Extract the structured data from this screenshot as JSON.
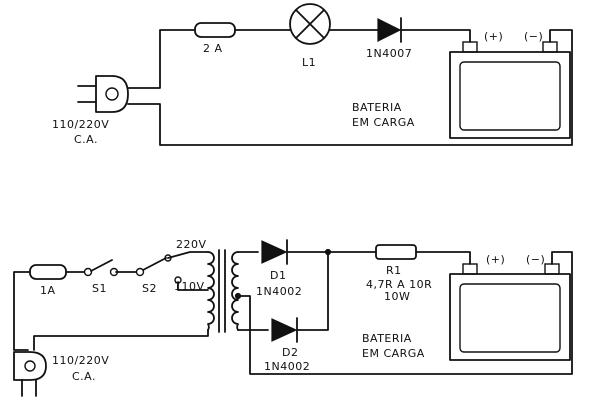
{
  "circuit1": {
    "fuse_label": "2 A",
    "lamp_label": "L1",
    "diode_label": "1N4007",
    "battery_pos": "(+)",
    "battery_neg": "(−)",
    "battery_label_1": "BATERIA",
    "battery_label_2": "EM CARGA",
    "plug_label_1": "110/220V",
    "plug_label_2": "C.A."
  },
  "circuit2": {
    "fuse_label": "1A",
    "s1_label": "S1",
    "s2_label": "S2",
    "tap_220": "220V",
    "tap_110": "110V",
    "d1_label": "D1",
    "d1_part": "1N4002",
    "d2_label": "D2",
    "d2_part": "1N4002",
    "r1_label": "R1",
    "r1_value": "4,7R A 10R",
    "r1_power": "10W",
    "battery_pos": "(+)",
    "battery_neg": "(−)",
    "battery_label_1": "BATERIA",
    "battery_label_2": "EM CARGA",
    "plug_label_1": "110/220V",
    "plug_label_2": "C.A."
  }
}
